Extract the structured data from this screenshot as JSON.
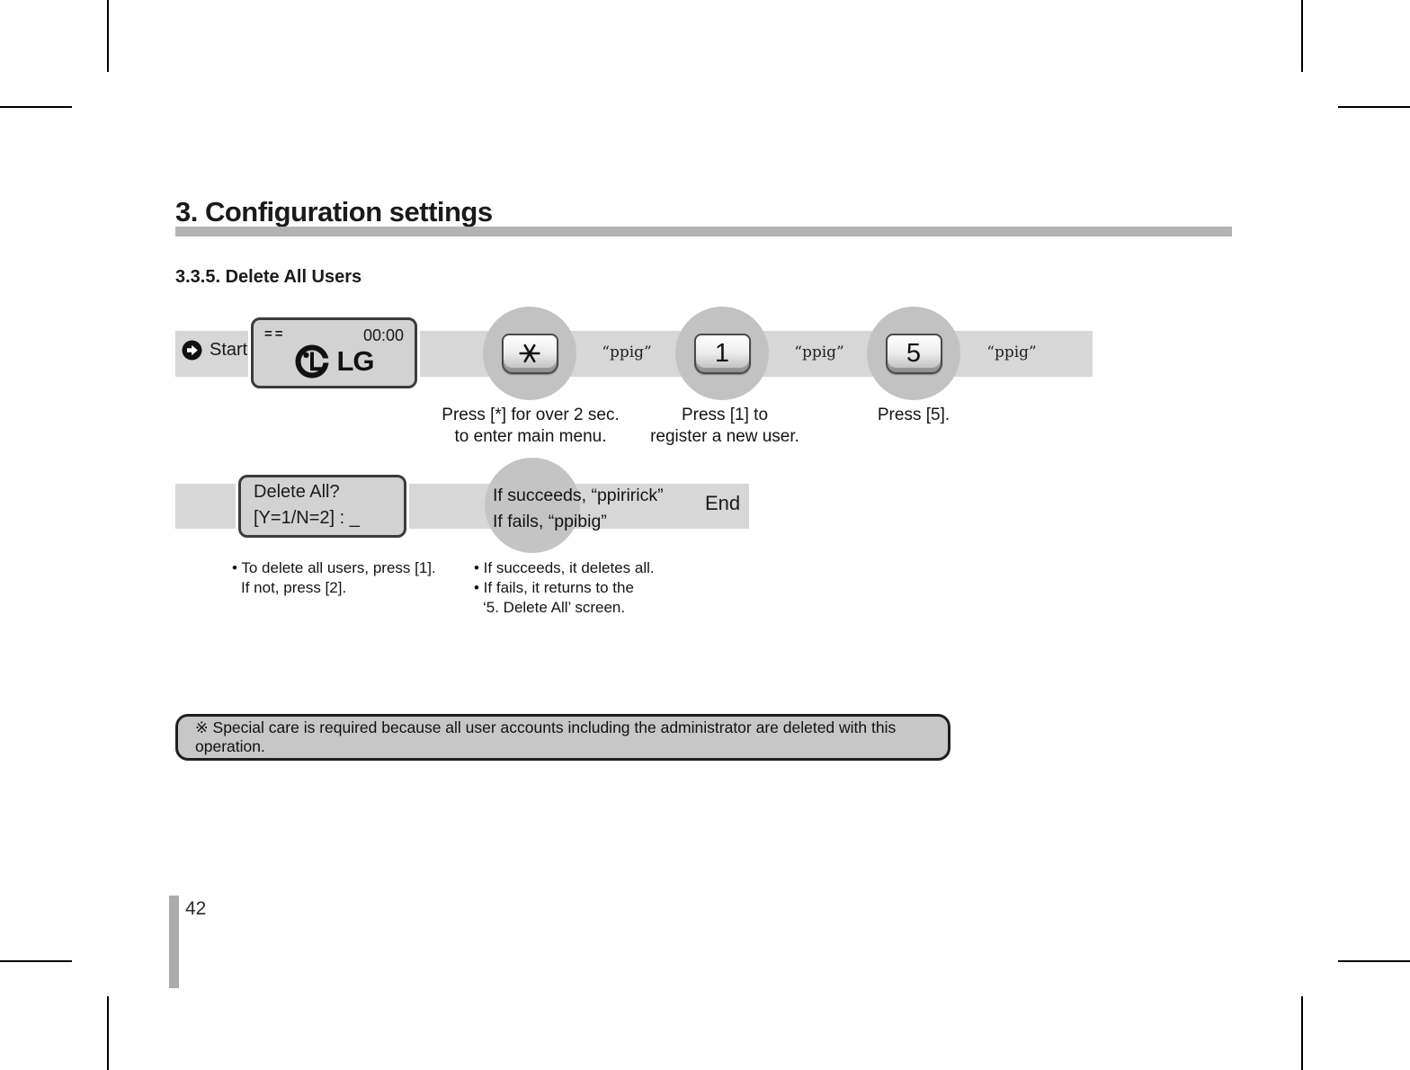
{
  "page": {
    "title": "3. Configuration settings",
    "section": "3.3.5. Delete All Users",
    "page_number": "42"
  },
  "flow": {
    "start_label": "Start",
    "idle_screen": {
      "status": "==",
      "time": "00:00",
      "logo": "LG"
    },
    "steps": [
      {
        "key": "*",
        "tone": "“ppig”",
        "caption_line1": "Press [*] for over 2 sec.",
        "caption_line2": "to enter main menu."
      },
      {
        "key": "1",
        "tone": "“ppig”",
        "caption_line1": "Press [1] to",
        "caption_line2": "register a new user."
      },
      {
        "key": "5",
        "tone": "“ppig”",
        "caption_line1": "Press [5].",
        "caption_line2": ""
      }
    ],
    "confirm_screen": {
      "line1": "Delete All?",
      "line2": "[Y=1/N=2] : _"
    },
    "result": {
      "line1": "If succeeds, “ppiririck”",
      "line2": "If fails, “ppibig”"
    },
    "end_label": "End"
  },
  "notes": {
    "confirm_line1": "• To delete all users, press [1].",
    "confirm_line2": "If not, press [2].",
    "result_line1": "• If succeeds, it deletes all.",
    "result_line2": "• If fails, it returns to the",
    "result_line3": "‘5. Delete All’ screen."
  },
  "warning": {
    "text": "※ Special care is required because all user accounts including the administrator are deleted with this operation."
  },
  "colors": {
    "flow_band": "#d7d7d7",
    "step_circle": "#c2c2c2",
    "lcd_fill": "#d2d2d2",
    "lcd_border": "#3c3c3c",
    "title_rule": "#b3b3b3",
    "warning_fill": "#c7c7c7",
    "page_bar": "#ababab"
  }
}
